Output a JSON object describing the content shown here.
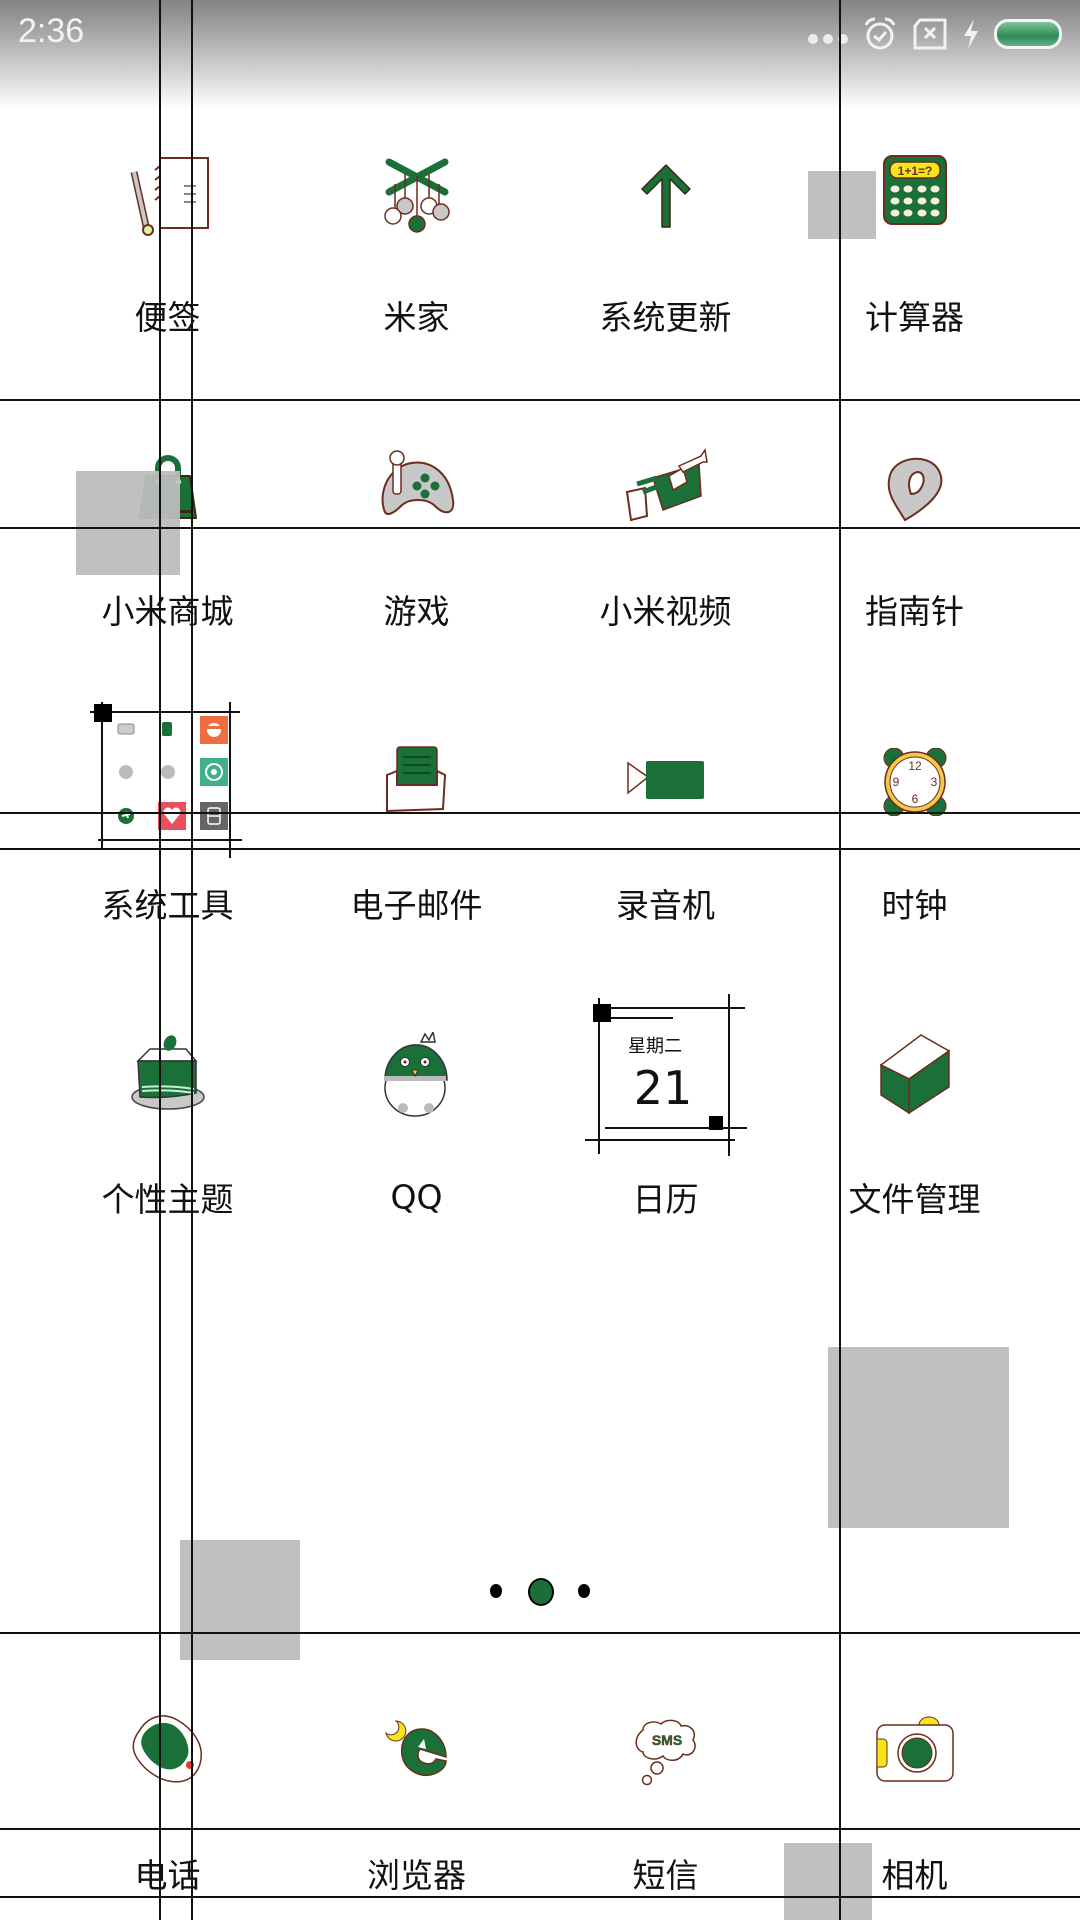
{
  "status_bar": {
    "time": "2:36",
    "icons": [
      "more-dots-icon",
      "alarm-icon",
      "no-sim-icon",
      "charging-icon",
      "battery-icon"
    ]
  },
  "home": {
    "apps": [
      {
        "label": "便签",
        "icon": "notepad-icon"
      },
      {
        "label": "米家",
        "icon": "mobile-toy-icon"
      },
      {
        "label": "系统更新",
        "icon": "up-arrow-icon"
      },
      {
        "label": "计算器",
        "icon": "calculator-icon"
      },
      {
        "label": "小米商城",
        "icon": "shopping-bag-icon"
      },
      {
        "label": "游戏",
        "icon": "gamepad-icon"
      },
      {
        "label": "小米视频",
        "icon": "video-camera-icon"
      },
      {
        "label": "指南针",
        "icon": "compass-pin-icon"
      },
      {
        "label": "系统工具",
        "icon": "folder-icon"
      },
      {
        "label": "电子邮件",
        "icon": "envelope-icon"
      },
      {
        "label": "录音机",
        "icon": "recorder-icon"
      },
      {
        "label": "时钟",
        "icon": "clock-icon"
      },
      {
        "label": "个性主题",
        "icon": "cake-icon"
      },
      {
        "label": "QQ",
        "icon": "penguin-icon"
      },
      {
        "label": "日历",
        "icon": "calendar-icon"
      },
      {
        "label": "文件管理",
        "icon": "box-icon"
      }
    ],
    "calendar_widget": {
      "weekday": "星期二",
      "day": "21"
    },
    "calculator_display": "1+1=?",
    "clock_numbers": [
      "12",
      "3",
      "6",
      "9"
    ],
    "sms_text": "SMS",
    "page_indicator": {
      "pages": 3,
      "current": 1
    }
  },
  "dock": {
    "apps": [
      {
        "label": "电话",
        "icon": "phone-icon"
      },
      {
        "label": "浏览器",
        "icon": "browser-icon"
      },
      {
        "label": "短信",
        "icon": "sms-icon"
      },
      {
        "label": "相机",
        "icon": "camera-icon"
      }
    ]
  },
  "colors": {
    "accent_green": "#1a7038",
    "outline_brown": "#6b2e1e",
    "highlight_yellow": "#f7e51c",
    "overlay_gray": "#bdbdbd"
  }
}
